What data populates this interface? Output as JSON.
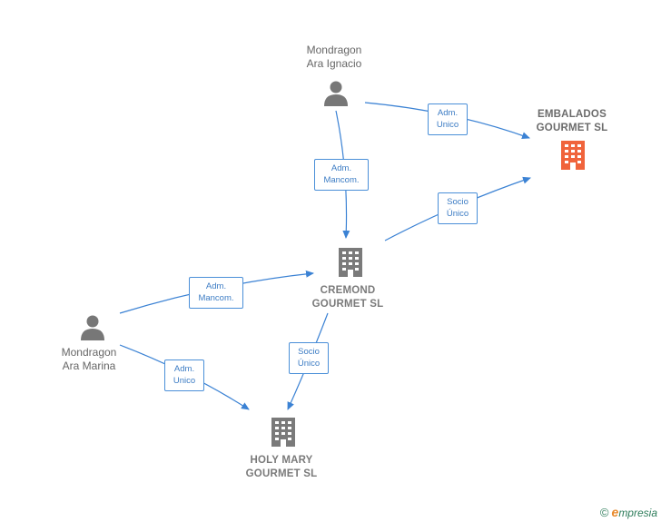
{
  "colors": {
    "edge": "#3b82d4",
    "person_icon": "#777777",
    "company_icon": "#7a7a7a",
    "focus_company_icon": "#f0643c",
    "label_text": "#666666"
  },
  "nodes": {
    "ara_ignacio": {
      "line1": "Mondragon",
      "line2": "Ara Ignacio",
      "type": "person"
    },
    "ara_marina": {
      "line1": "Mondragon",
      "line2": "Ara Marina",
      "type": "person"
    },
    "embalados": {
      "line1": "EMBALADOS",
      "line2": "GOURMET  SL",
      "type": "company-focus"
    },
    "cremond": {
      "line1": "CREMOND",
      "line2": "GOURMET  SL",
      "type": "company"
    },
    "holy_mary": {
      "line1": "HOLY MARY",
      "line2": "GOURMET  SL",
      "type": "company"
    }
  },
  "edges": {
    "ignacio_embalados": {
      "line1": "Adm.",
      "line2": "Unico"
    },
    "ignacio_cremond": {
      "line1": "Adm.",
      "line2": "Mancom."
    },
    "cremond_embalados": {
      "line1": "Socio",
      "line2": "Único"
    },
    "marina_cremond": {
      "line1": "Adm.",
      "line2": "Mancom."
    },
    "cremond_holymary": {
      "line1": "Socio",
      "line2": "Único"
    },
    "marina_holymary": {
      "line1": "Adm.",
      "line2": "Unico"
    }
  },
  "footer": {
    "copyright": "©",
    "brand_initial": "e",
    "brand_rest": "mpresia"
  }
}
